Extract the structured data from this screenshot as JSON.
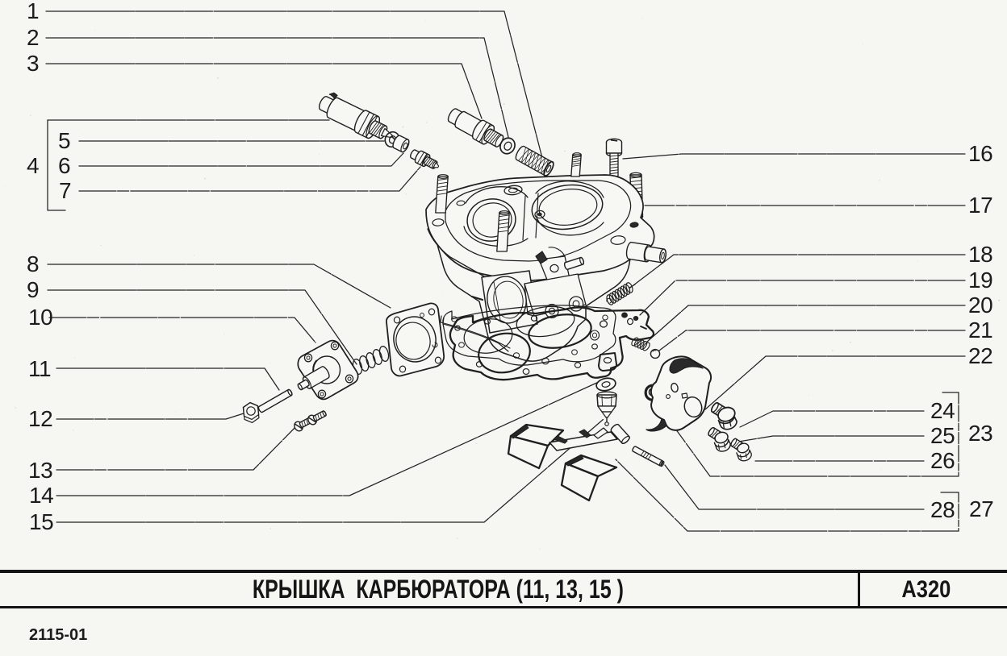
{
  "page": {
    "background": "#f6f6f3",
    "ink": "#1f1f1f"
  },
  "figure": {
    "description": "Exploded view of carburetor cover with numbered callouts"
  },
  "callouts": [
    {
      "label": "1"
    },
    {
      "label": "2"
    },
    {
      "label": "3"
    },
    {
      "label": "4"
    },
    {
      "label": "5"
    },
    {
      "label": "6"
    },
    {
      "label": "7"
    },
    {
      "label": "8"
    },
    {
      "label": "9"
    },
    {
      "label": "10"
    },
    {
      "label": "11"
    },
    {
      "label": "12"
    },
    {
      "label": "13"
    },
    {
      "label": "14"
    },
    {
      "label": "15"
    },
    {
      "label": "16"
    },
    {
      "label": "17"
    },
    {
      "label": "18"
    },
    {
      "label": "19"
    },
    {
      "label": "20"
    },
    {
      "label": "21"
    },
    {
      "label": "22"
    },
    {
      "label": "23"
    },
    {
      "label": "24"
    },
    {
      "label": "25"
    },
    {
      "label": "26"
    },
    {
      "label": "27"
    },
    {
      "label": "28"
    }
  ],
  "table": {
    "title": "КРЫШКА  КАРБЮРАТОРА (11, 13, 15 )",
    "code": "А320"
  },
  "footer": {
    "doc_number": "2115-01"
  }
}
